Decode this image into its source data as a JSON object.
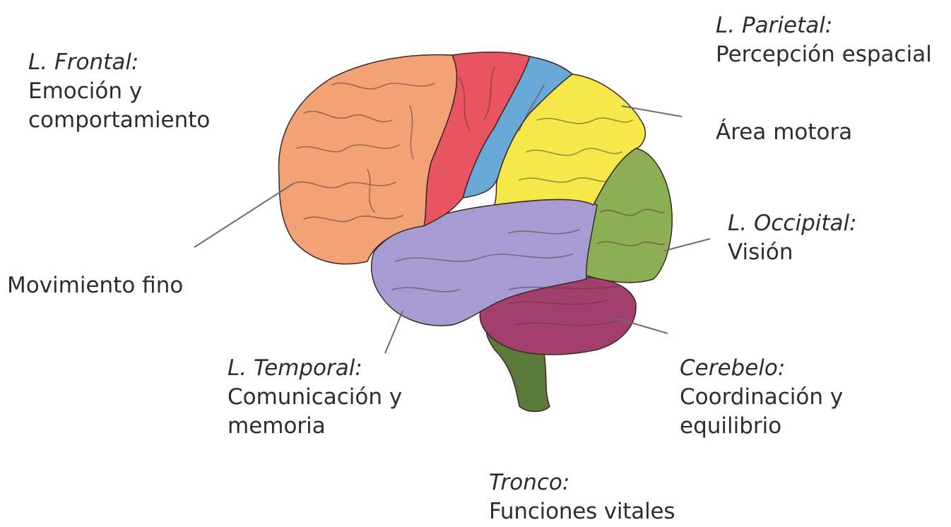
{
  "colors": {
    "frontal": "#f3a176",
    "motor_strip": "#e8545f",
    "sensory_strip": "#6aa8d8",
    "parietal": "#f6e84b",
    "occipital": "#8cae55",
    "temporal": "#a79bd3",
    "cerebellum": "#a33f6d",
    "brainstem": "#5a7a3c",
    "leader_line": "#6e6e6e",
    "text": "#2d2d2d"
  },
  "labels": {
    "frontal": {
      "title": "L. Frontal:",
      "desc1": "Emoción y",
      "desc2": "comportamiento"
    },
    "parietal": {
      "title": "L. Parietal:",
      "desc1": "Percepción espacial"
    },
    "motora": {
      "desc1": "Área motora"
    },
    "occipital": {
      "title": "L. Occipital:",
      "desc1": "Visión"
    },
    "fino": {
      "desc1": "Movimiento fino"
    },
    "temporal": {
      "title": "L. Temporal:",
      "desc1": "Comunicación y",
      "desc2": "memoria"
    },
    "cerebelo": {
      "title": "Cerebelo:",
      "desc1": "Coordinación y",
      "desc2": "equilibrio"
    },
    "tronco": {
      "title": "Tronco:",
      "desc1": "Funciones vitales"
    }
  }
}
